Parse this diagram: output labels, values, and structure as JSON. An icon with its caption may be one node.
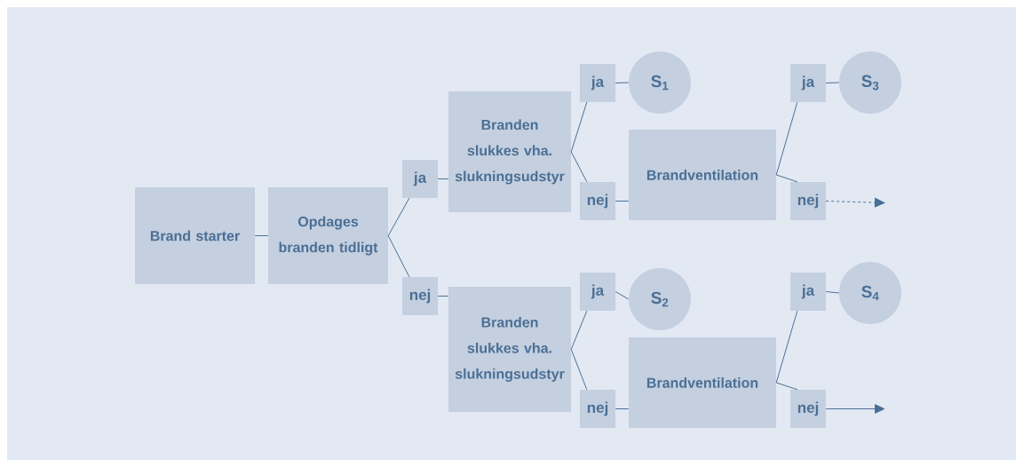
{
  "diagram": {
    "nodes": [
      {
        "text": [
          "Brand starter"
        ]
      },
      {
        "text": [
          "Opdages branden tidligt"
        ]
      },
      {
        "text": [
          "ja"
        ]
      },
      {
        "text": [
          "nej"
        ]
      },
      {
        "text": [
          "Branden slukkes vha. slukningsudstyr"
        ]
      },
      {
        "text": [
          "Branden slukkes vha. slukningsudstyr"
        ]
      },
      {
        "text": [
          "ja"
        ]
      },
      {
        "text": [
          "S$_{1}$"
        ]
      },
      {
        "text": [
          "nej"
        ]
      },
      {
        "text": [
          "Brandventilation"
        ]
      },
      {
        "text": [
          "ja"
        ]
      },
      {
        "text": [
          "S$_{3}$"
        ]
      },
      {
        "text": [
          "nej"
        ]
      },
      {
        "text": [
          "ja"
        ]
      },
      {
        "text": [
          "S$_{2}$"
        ]
      },
      {
        "text": [
          "nej"
        ]
      },
      {
        "text": [
          "Brandventilation"
        ]
      },
      {
        "text": [
          "ja"
        ]
      },
      {
        "text": [
          "S$_{4}$"
        ]
      },
      {
        "text": [
          "nej"
        ]
      }
    ],
    "edges": [
      {
        "from": 0,
        "to": 1,
        "arrow": "none"
      },
      {
        "from": 1,
        "to": 2,
        "arrow": "none"
      },
      {
        "from": 1,
        "to": 3,
        "arrow": "none"
      },
      {
        "from": 2,
        "to": 4,
        "arrow": "none"
      },
      {
        "from": 3,
        "to": 5,
        "arrow": "none"
      },
      {
        "from": 4,
        "to": 6,
        "arrow": "none"
      },
      {
        "from": 4,
        "to": 8,
        "arrow": "none"
      },
      {
        "from": 6,
        "to": 7,
        "arrow": "none"
      },
      {
        "from": 8,
        "to": 9,
        "arrow": "none"
      },
      {
        "from": 9,
        "to": 10,
        "arrow": "none"
      },
      {
        "from": 9,
        "to": 12,
        "arrow": "none"
      },
      {
        "from": 10,
        "to": 11,
        "arrow": "none"
      },
      {
        "from": 12,
        "to": null,
        "arrow": "to",
        "style": "dashed"
      },
      {
        "from": 5,
        "to": 13,
        "arrow": "none"
      },
      {
        "from": 5,
        "to": 15,
        "arrow": "none"
      },
      {
        "from": 13,
        "to": 14,
        "arrow": "none"
      },
      {
        "from": 15,
        "to": 16,
        "arrow": "none"
      },
      {
        "from": 16,
        "to": 17,
        "arrow": "none"
      },
      {
        "from": 16,
        "to": 19,
        "arrow": "none"
      },
      {
        "from": 17,
        "to": 18,
        "arrow": "none"
      },
      {
        "from": 19,
        "to": null,
        "arrow": "to"
      }
    ]
  }
}
